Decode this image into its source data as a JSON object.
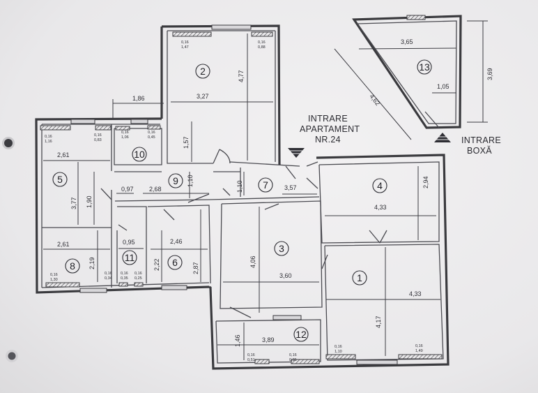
{
  "labels": {
    "entrance_line1": "INTRARE",
    "entrance_line2": "APARTAMENT",
    "entrance_line3": "NR.24",
    "storage_line1": "INTRARE",
    "storage_line2": "BOXĂ"
  },
  "rooms": [
    {
      "number": "1"
    },
    {
      "number": "2"
    },
    {
      "number": "3"
    },
    {
      "number": "4"
    },
    {
      "number": "5"
    },
    {
      "number": "6"
    },
    {
      "number": "7"
    },
    {
      "number": "8"
    },
    {
      "number": "9"
    },
    {
      "number": "10"
    },
    {
      "number": "11"
    },
    {
      "number": "12"
    },
    {
      "number": "13"
    }
  ],
  "dimensions": {
    "r13_width": "3,65",
    "r13_height": "3,69",
    "r13_diag": "4,62",
    "r13_door": "1,05",
    "corridor": "1,86",
    "r2_width": "3,27",
    "r2_height": "4,77",
    "r2_lower": "1,57",
    "r5_width": "2,61",
    "r5_height": "3,77",
    "r5_inner": "1,90",
    "r9_a": "0,97",
    "r9_b": "2,68",
    "r9_h": "1,10",
    "r7_h": "1,10",
    "r7_w": "3,57",
    "r4_width": "4,33",
    "r4_height": "2,94",
    "r8_width": "2,61",
    "r8_height": "2,19",
    "r11_width": "0,95",
    "r6_width": "2,46",
    "r6_a": "2,22",
    "r6_b": "2,87",
    "r3_height": "4,06",
    "r3_width": "3,60",
    "r1_width": "4,33",
    "r1_height": "4,17",
    "r12_h": "1,46",
    "r12_w": "3,89"
  },
  "windows": {
    "w2a_top": "0,16",
    "w2a_bot": "1,47",
    "w2b_top": "0,16",
    "w2b_bot": "0,88",
    "w5a_top": "0,16",
    "w5a_bot": "1,16",
    "w5b_top": "0,16",
    "w5b_bot": "0,83",
    "w10a_top": "0,16",
    "w10a_bot": "1,06",
    "w10b_top": "0,16",
    "w10b_bot": "0,45",
    "w8a_top": "0,16",
    "w8a_bot": "1,30",
    "w8b_top": "0,16",
    "w8b_bot": "0,34",
    "w11a_top": "0,16",
    "w11a_bot": "0,35",
    "w11b_top": "0,16",
    "w11b_bot": "0,25",
    "w12a_top": "0,16",
    "w12a_bot": "0,51",
    "w12b_top": "0,16",
    "w12b_bot": "0,85",
    "w1a_top": "0,16",
    "w1a_bot": "1,10",
    "w1b_top": "0,16",
    "w1b_bot": "1,49"
  }
}
